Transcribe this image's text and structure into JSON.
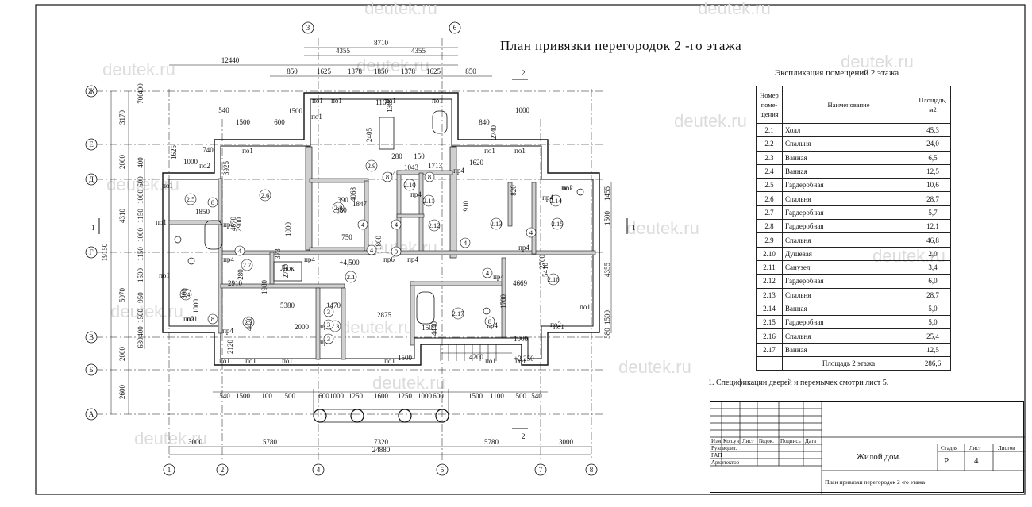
{
  "title": "План привязки перегородок 2 -го этажа",
  "explication": {
    "title": "Экспликация помещений 2 этажа",
    "headers": [
      "Номер поме- щения",
      "Наименование",
      "Площадь, м2"
    ],
    "rows": [
      [
        "2.1",
        "Холл",
        "45,3"
      ],
      [
        "2.2",
        "Спальня",
        "24,0"
      ],
      [
        "2.3",
        "Ванная",
        "6,5"
      ],
      [
        "2.4",
        "Ванная",
        "12,5"
      ],
      [
        "2.5",
        "Гардеробная",
        "10,6"
      ],
      [
        "2.6",
        "Спальня",
        "28,7"
      ],
      [
        "2.7",
        "Гардеробная",
        "5,7"
      ],
      [
        "2.8",
        "Гардеробная",
        "12,1"
      ],
      [
        "2.9",
        "Спальня",
        "46,8"
      ],
      [
        "2.10",
        "Душевая",
        "2,0"
      ],
      [
        "2.11",
        "Санузел",
        "3,4"
      ],
      [
        "2.12",
        "Гардеробная",
        "6,0"
      ],
      [
        "2.13",
        "Спальня",
        "28,7"
      ],
      [
        "2.14",
        "Ванная",
        "5,0"
      ],
      [
        "2.15",
        "Гардеробная",
        "5,0"
      ],
      [
        "2.16",
        "Спальня",
        "25,4"
      ],
      [
        "2.17",
        "Ванная",
        "12,5"
      ]
    ],
    "total_label": "Площадь 2 этажа",
    "total_value": "286,6"
  },
  "note": "1. Спецификации дверей и перемычек смотри лист 5.",
  "stamp": {
    "col_headers": [
      "Изм.",
      "Кол.уч",
      "Лист",
      "№док.",
      "Подпись",
      "Дата"
    ],
    "roles": [
      "Руководит.",
      "ГАП",
      "Архитектор"
    ],
    "project": "Жилой дом.",
    "sheet_title": "План привязки перегородок 2 -го этажа",
    "stage_label": "Стадия",
    "sheet_label": "Лист",
    "sheets_label": "Листов",
    "stage_value": "Р",
    "sheet_value": "4",
    "sheets_value": ""
  },
  "watermark": "deutek.ru",
  "axes": {
    "vertical": [
      "1",
      "2",
      "4",
      "5",
      "7",
      "8"
    ],
    "vertical_top": [
      "3",
      "6"
    ],
    "horizontal": [
      "Ж",
      "Е",
      "Д",
      "Г",
      "В",
      "Б",
      "А"
    ]
  },
  "dims": {
    "top_total": "8710",
    "top_half": [
      "4355",
      "4355"
    ],
    "top_span": "12440",
    "top_chain": [
      "850",
      "1625",
      "1378",
      "1850",
      "1378",
      "1625",
      "850"
    ],
    "bottom_total": "24880",
    "bottom_chain": [
      "3000",
      "5780",
      "7320",
      "5780",
      "3000"
    ],
    "bottom_inner": [
      "540",
      "1500",
      "1100",
      "1500",
      "600",
      "1000",
      "1250",
      "1600",
      "1250",
      "1000",
      "600",
      "1500",
      "1100",
      "1500",
      "540"
    ],
    "left_total": "19150",
    "left_chain": [
      "3170",
      "2000",
      "4310",
      "5070",
      "2000",
      "2600"
    ],
    "left_inner": [
      "400",
      "700",
      "400",
      "600",
      "1000",
      "1150",
      "1000",
      "1150",
      "1500",
      "950",
      "1500",
      "400",
      "630"
    ],
    "right_chain": [
      "1455",
      "1500",
      "4355",
      "1500",
      "580"
    ],
    "room_dims": [
      "1000",
      "540",
      "1500",
      "600",
      "1500",
      "1625",
      "740",
      "840",
      "1000",
      "2740",
      "3925",
      "1850",
      "1000",
      "2900",
      "4068",
      "380",
      "390",
      "1847",
      "750",
      "1800",
      "1043",
      "1713",
      "280",
      "150",
      "1168",
      "130",
      "2405",
      "1910",
      "820",
      "1620",
      "2700",
      "5410",
      "4669",
      "1700",
      "4440",
      "2875",
      "1500",
      "150",
      "4200",
      "5380",
      "4420",
      "2000",
      "1470",
      "2120",
      "2910",
      "1980",
      "373",
      "280",
      "500",
      "1000",
      "4670",
      "2700",
      "1000",
      "150"
    ],
    "levels": [
      "+4,500",
      "+2,250"
    ],
    "labels": [
      "Люк"
    ]
  },
  "room_labels": [
    "2.1",
    "2.2",
    "2.3",
    "2.4",
    "2.5",
    "2.6",
    "2.7",
    "2.8",
    "2.9",
    "2.10",
    "2.11",
    "2.12",
    "2.13",
    "2.14",
    "2.15",
    "2.16",
    "2.17"
  ],
  "opening_labels": [
    "по1",
    "по2",
    "пр4",
    "пр6"
  ],
  "door_markers": [
    "8",
    "4",
    "9",
    "3"
  ],
  "section_mark": "2",
  "section_mark_side": "1"
}
